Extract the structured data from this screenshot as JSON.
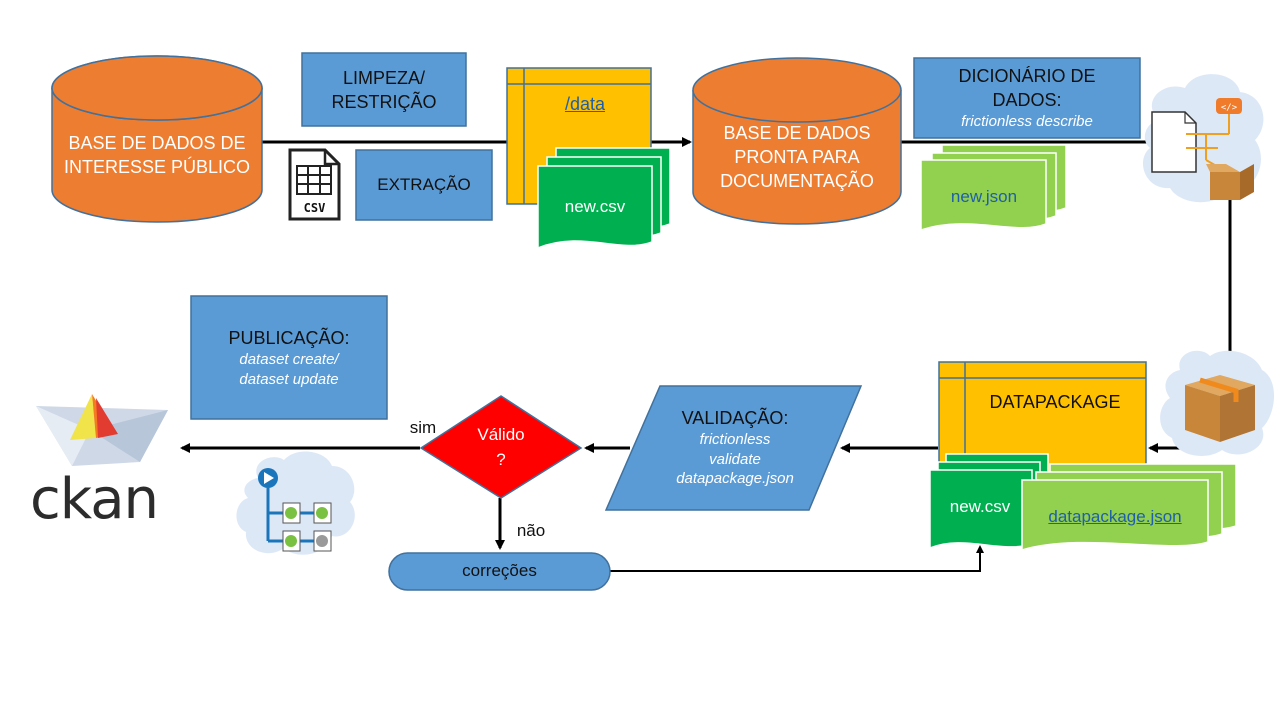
{
  "nodes": {
    "db_public": "BASE DE DADOS DE INTERESSE PÚBLICO",
    "cleanup": "LIMPEZA/ RESTRIÇÃO",
    "extraction": "EXTRAÇÃO",
    "csv_icon_text": "CSV",
    "data_folder": "/data",
    "new_csv_top": "new.csv",
    "db_ready": "BASE DE DADOS PRONTA PARA DOCUMENTAÇÃO",
    "dictionary_title": "DICIONÁRIO DE DADOS:",
    "dictionary_cmd": "frictionless describe",
    "new_json": "new.json",
    "datapackage": "DATAPACKAGE",
    "new_csv_bottom": "new.csv",
    "datapackage_json": "datapackage.json",
    "validation_title": "VALIDAÇÃO:",
    "validation_cmd_1": "frictionless",
    "validation_cmd_2": "validate",
    "validation_cmd_3": "datapackage.json",
    "valid_1": "Válido",
    "valid_2": "?",
    "sim": "sim",
    "nao": "não",
    "corrections": "correções",
    "publication_title": "PUBLICAÇÃO:",
    "publication_cmd_1": "dataset create/",
    "publication_cmd_2": "dataset update",
    "ckan": "ckan"
  },
  "icons": [
    "csv-file-icon",
    "code-package-icon",
    "box-icon",
    "workflow-icon",
    "ckan-boat-icon"
  ],
  "colors": {
    "orange": "#ed7d31",
    "blue": "#5b9bd5",
    "yellow": "#ffc000",
    "green": "#00b050",
    "light_green": "#92d050",
    "red": "#ff0000"
  }
}
